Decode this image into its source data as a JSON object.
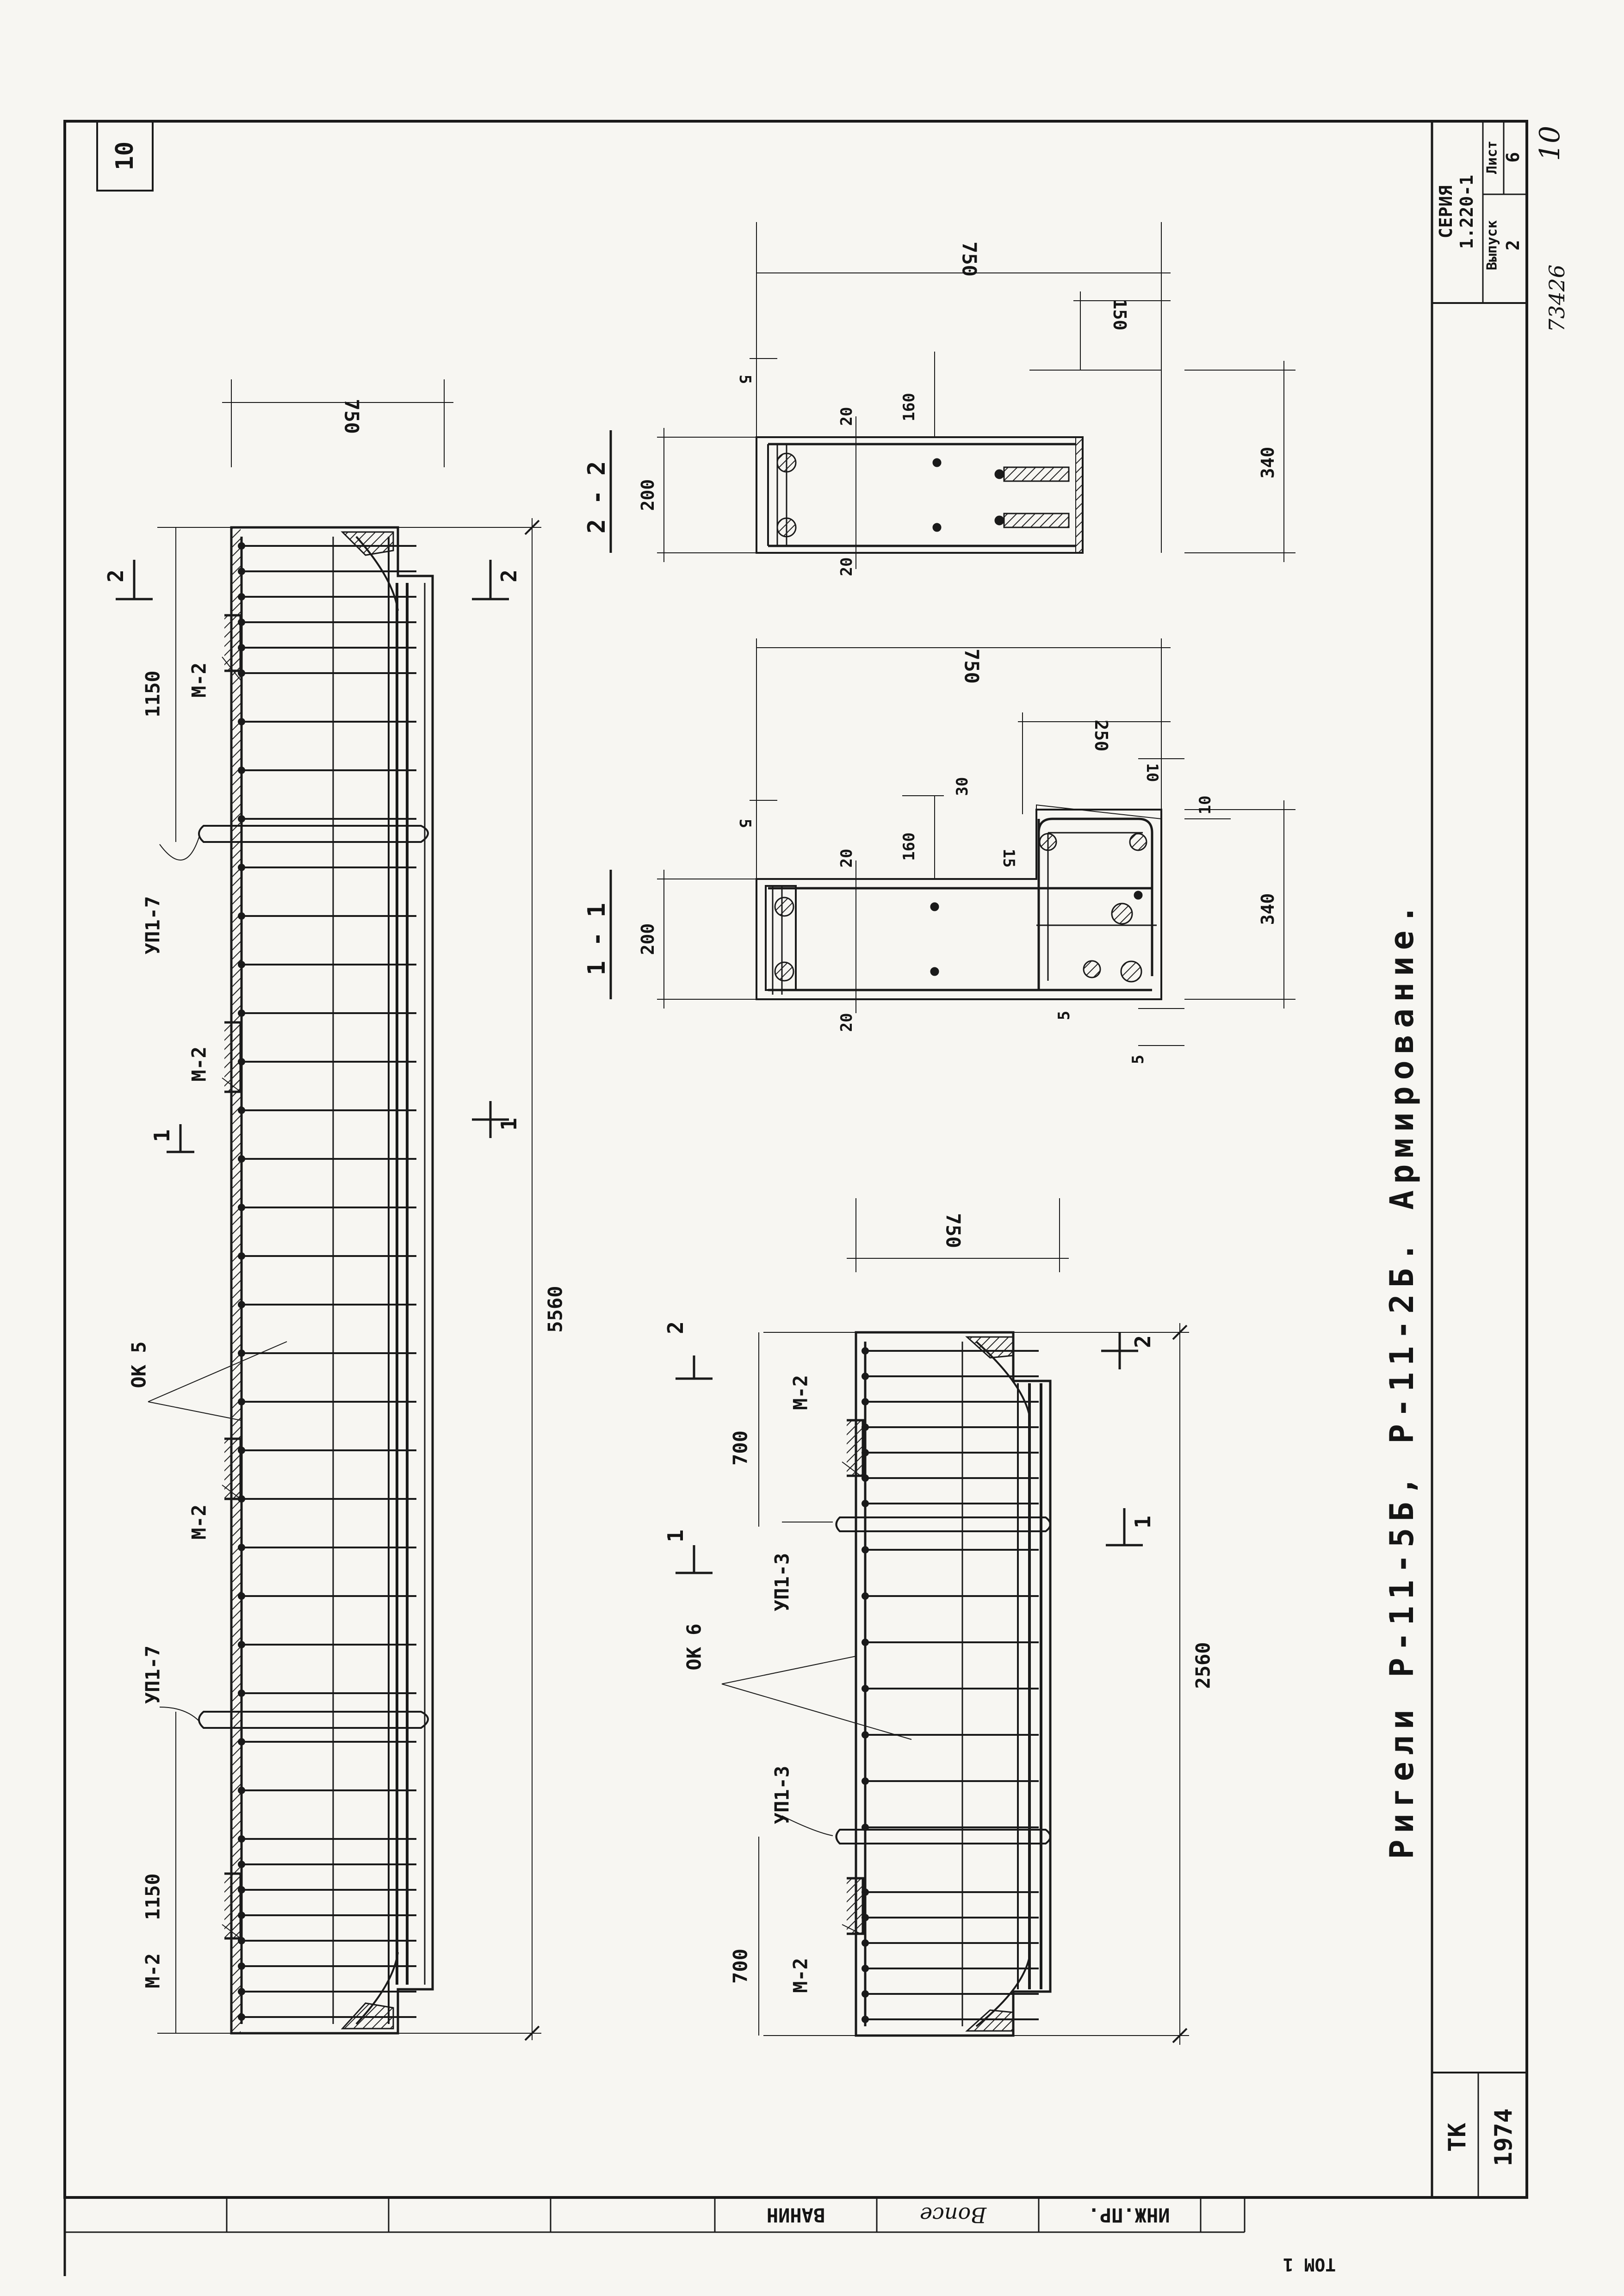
{
  "sheet": {
    "page_number": "10",
    "drawing_title": "Ригели Р-11-5Б, Р-11-2Б. Армирование.",
    "stamp": {
      "series_label": "СЕРИЯ",
      "series_value": "1.220-1",
      "issue_label": "Выпуск",
      "issue_value": "2",
      "sheet_label": "Лист",
      "sheet_value": "6",
      "handwritten_sheet": "10",
      "inventory_number": "73426"
    },
    "org": {
      "code": "ТК",
      "year": "1974"
    },
    "signature_block": {
      "role1": "ИНЖ.ПР.",
      "role2": "ВАНИН",
      "signature": "Bonce",
      "bottom_partial": "ТОМ 1"
    }
  },
  "beam_long": {
    "length": "5560",
    "height": "750",
    "stirrups": "ОК 5",
    "loops": [
      "УП1-7",
      "УП1-7"
    ],
    "embedded": [
      "М-2",
      "М-2",
      "М-2",
      "М-2"
    ],
    "end_spacing_top": "1150",
    "end_spacing_bottom": "1150",
    "cut_1": "1",
    "cut_2": "2"
  },
  "beam_short": {
    "length": "2560",
    "height": "750",
    "stirrups": "ОК 6",
    "loops": [
      "УП1-3",
      "УП1-3"
    ],
    "embedded": [
      "М-2",
      "М-2"
    ],
    "end_spacing_top": "700",
    "end_spacing_bottom": "700",
    "cut_1": "1",
    "cut_2": "2"
  },
  "section_1_1": {
    "title": "1 - 1",
    "height": "750",
    "width_top": "200",
    "width_bottom": "340",
    "shelf": "250",
    "dims": [
      "20",
      "20",
      "160",
      "30",
      "15",
      "10",
      "10",
      "5",
      "5",
      "5"
    ]
  },
  "section_2_2": {
    "title": "2 - 2",
    "height": "750",
    "width_top": "200",
    "width_bottom": "340",
    "shelf": "150",
    "dims": [
      "20",
      "20",
      "160",
      "5"
    ]
  }
}
